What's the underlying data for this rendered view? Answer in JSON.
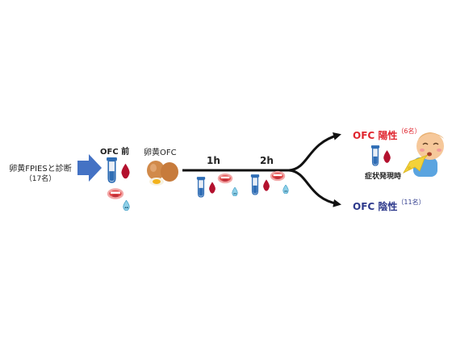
{
  "start": {
    "diagnosis": "卵黄FPIESと診断",
    "count": "（17名）"
  },
  "pre_ofc": {
    "label": "OFC 前"
  },
  "challenge": {
    "label": "卵黄OFC"
  },
  "timepoints": [
    {
      "label": "1h"
    },
    {
      "label": "2h"
    }
  ],
  "positive": {
    "label": "OFC 陽性",
    "count": "（6名）",
    "note": "症状発現時"
  },
  "negative": {
    "label": "OFC 陰性",
    "count": "（11名）"
  },
  "colors": {
    "arrow_blue": "#4472c4",
    "positive_red": "#e0262f",
    "negative_navy": "#2e3a8c",
    "blood_red": "#b3112e",
    "tube_blue": "#2f6db5",
    "line": "#111111"
  },
  "icons": [
    "test-tube-icon",
    "blood-drop-icon",
    "mouth-icon",
    "saliva-drop-icon",
    "egg-icon",
    "vomiting-baby-icon"
  ]
}
